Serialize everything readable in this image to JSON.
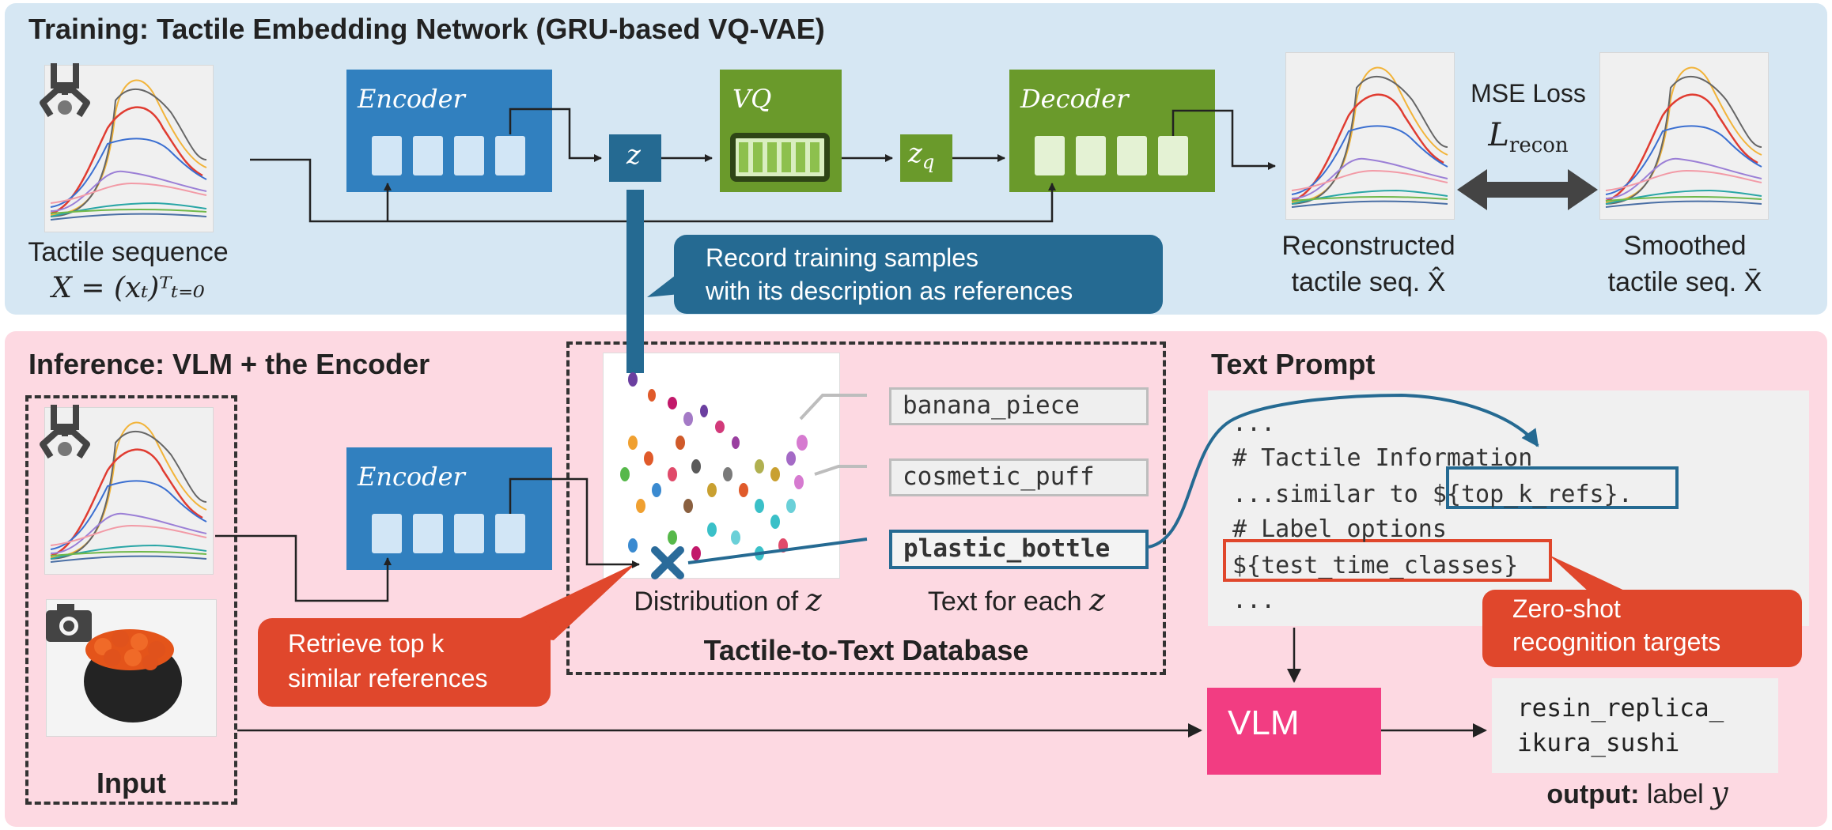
{
  "training": {
    "title": "Training: Tactile Embedding Network (GRU-based VQ-VAE)",
    "input_caption": "Tactile sequence",
    "input_formula": "X = (xₜ)ᵀₜ₌₀",
    "encoder_label": "Encoder",
    "z_label": "z",
    "vq_label": "VQ",
    "zq_label": "z",
    "zq_sub": "q",
    "decoder_label": "Decoder",
    "loss_label": "MSE Loss",
    "loss_symbol": "L",
    "loss_sub": "recon",
    "reconstructed_line1": "Reconstructed",
    "reconstructed_line2": "tactile seq. X̂",
    "smoothed_line1": "Smoothed",
    "smoothed_line2": "tactile seq. X̄",
    "record_callout_line1": "Record training samples",
    "record_callout_line2": "with its description as references"
  },
  "inference": {
    "title": "Inference: VLM + the Encoder",
    "encoder_label": "Encoder",
    "input_label": "Input",
    "retrieve_line1": "Retrieve top k",
    "retrieve_line2": "similar references",
    "db_title": "Tactile-to-Text Database",
    "dist_caption": "Distribution of",
    "dist_symbol": "z",
    "text_caption": "Text for each",
    "text_symbol": "z",
    "tags": [
      "banana_piece",
      "cosmetic_puff",
      "plastic_bottle"
    ],
    "prompt_title": "Text Prompt",
    "prompt_lines": [
      "...",
      "# Tactile Information",
      "...similar to ",
      "${top_k_refs}",
      ".",
      "# Label options",
      "${test_time_classes}",
      "..."
    ],
    "zero_shot_line1": "Zero-shot",
    "zero_shot_line2": "recognition targets",
    "vlm_label": "VLM",
    "output_line1": "resin_replica_",
    "output_line2": "ikura_sushi",
    "output_caption_bold": "output:",
    "output_caption_rest": "label",
    "output_symbol": "y"
  },
  "colors": {
    "training_bg": "#d6e7f3",
    "inference_bg": "#fdd9e2",
    "encoder_blue": "#3180bf",
    "vq_green": "#6a9a2b",
    "dark_blue": "#256a92",
    "callout_red": "#e0472c",
    "vlm_pink": "#f23d82"
  },
  "icons": [
    "gripper-icon",
    "camera-icon",
    "cross-marker-icon"
  ]
}
